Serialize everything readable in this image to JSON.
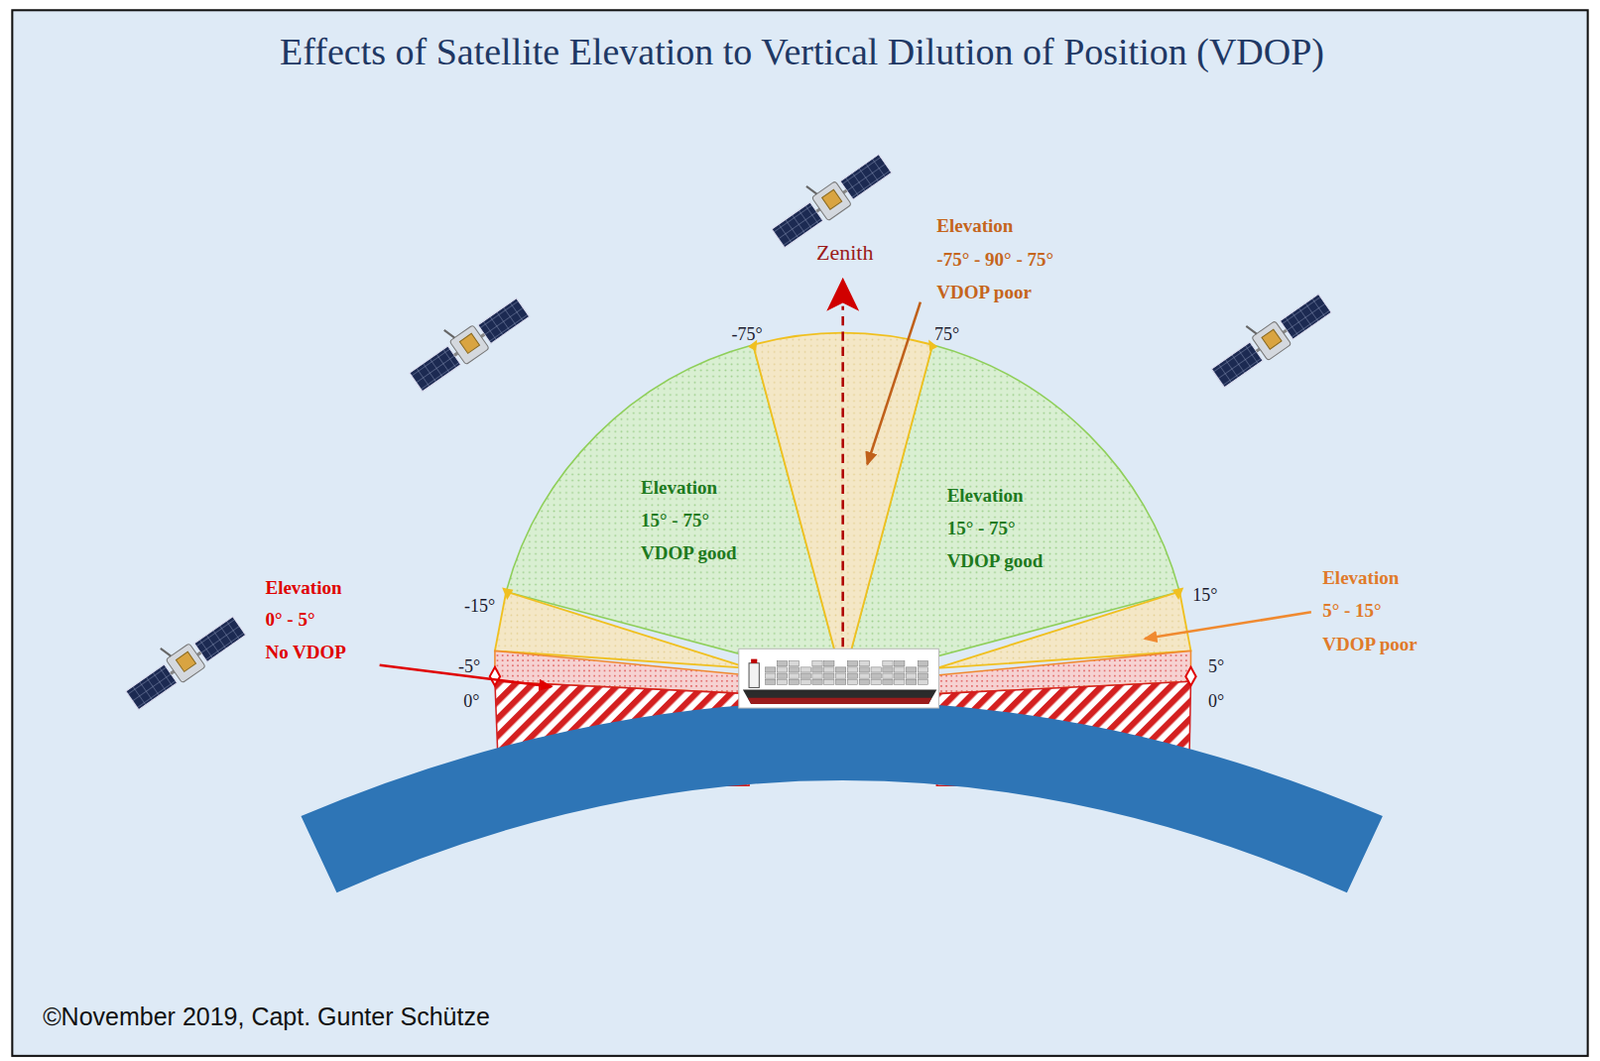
{
  "diagram": {
    "title": "Effects of Satellite Elevation to Vertical Dilution of Position (VDOP)",
    "caption": "©November 2019, Capt. Gunter Schütze",
    "labels": [
      "Zenith",
      "Elevation",
      "-75° - 90° - 75°",
      "VDOP poor",
      "Elevation",
      "15° - 75°",
      "VDOP good",
      "Elevation",
      "15° - 75°",
      "VDOP good",
      "Elevation",
      "0° - 5°",
      "No VDOP",
      "Elevation",
      "5° - 15°",
      "VDOP poor",
      "-75°",
      "75°",
      "-15°",
      "15°",
      "-5°",
      "5°",
      "0°",
      "0°"
    ]
  }
}
